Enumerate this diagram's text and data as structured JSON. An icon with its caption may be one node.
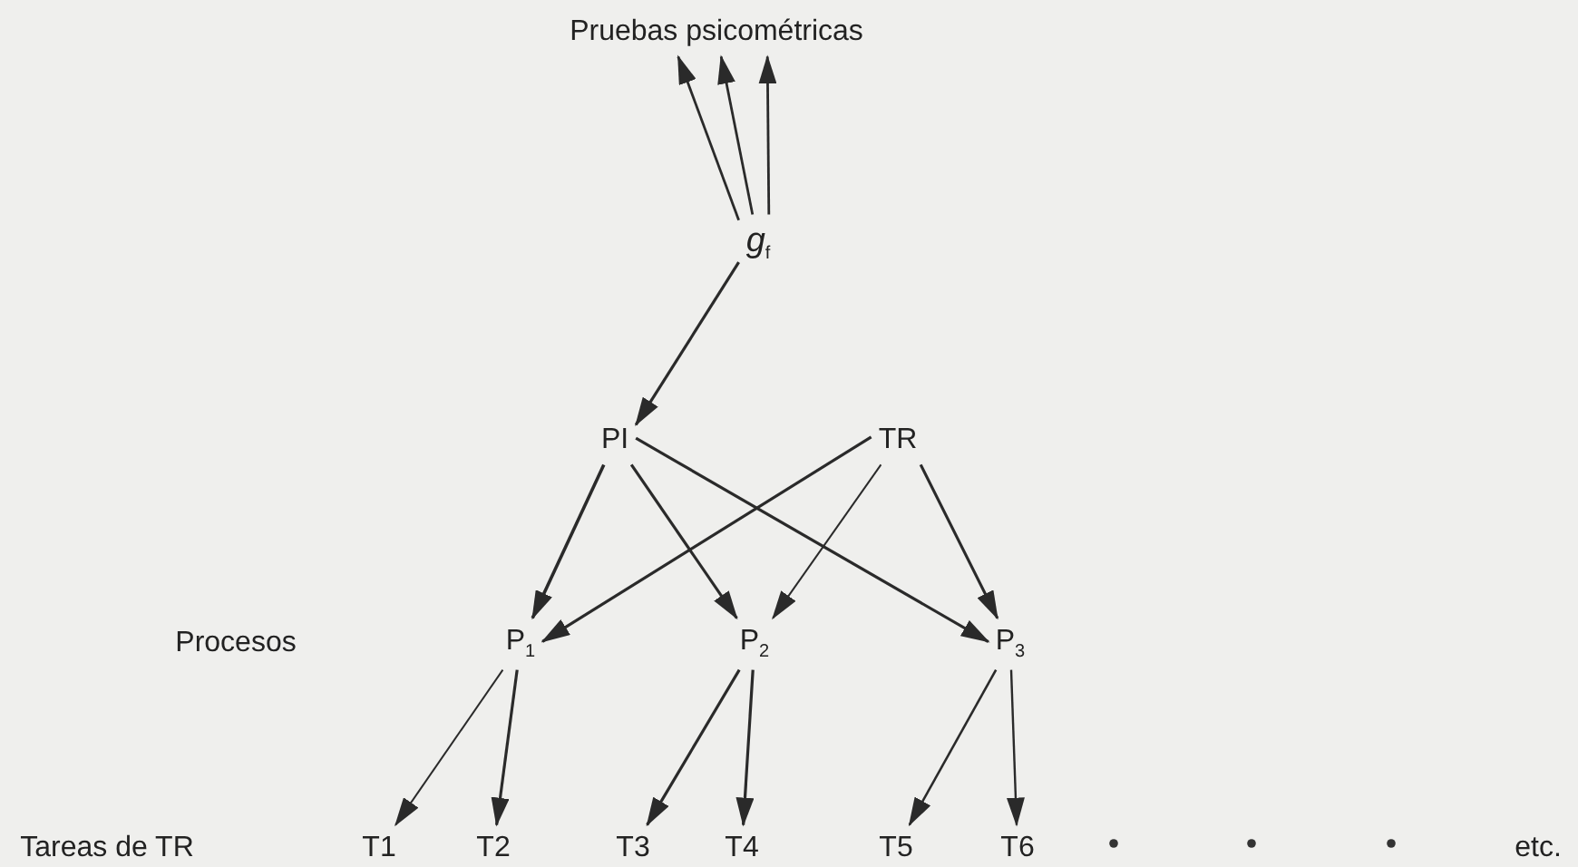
{
  "diagram": {
    "nodes": [
      {
        "text": [
          "Pruebas psicométricas"
        ]
      },
      {
        "text": [
          "*g*$_{f}$"
        ]
      },
      {
        "text": [
          "PI"
        ]
      },
      {
        "text": [
          "TR"
        ]
      },
      {
        "text": [
          "P$_{1}$"
        ]
      },
      {
        "text": [
          "P$_{2}$"
        ]
      },
      {
        "text": [
          "P$_{3}$"
        ]
      },
      {
        "text": [
          "T1"
        ]
      },
      {
        "text": [
          "T2"
        ]
      },
      {
        "text": [
          "T3"
        ]
      },
      {
        "text": [
          "T4"
        ]
      },
      {
        "text": [
          "T5"
        ]
      },
      {
        "text": [
          "T6"
        ]
      }
    ],
    "edges": [
      {
        "from": 1,
        "to": 0,
        "arrow": "to"
      },
      {
        "from": 1,
        "to": 0,
        "arrow": "to"
      },
      {
        "from": 1,
        "to": 0,
        "arrow": "to"
      },
      {
        "from": 1,
        "to": 2,
        "arrow": "to"
      },
      {
        "from": 2,
        "to": 4,
        "arrow": "to"
      },
      {
        "from": 2,
        "to": 5,
        "arrow": "to"
      },
      {
        "from": 2,
        "to": 6,
        "arrow": "to"
      },
      {
        "from": 3,
        "to": 4,
        "arrow": "to"
      },
      {
        "from": 3,
        "to": 5,
        "arrow": "to"
      },
      {
        "from": 3,
        "to": 6,
        "arrow": "to"
      },
      {
        "from": 4,
        "to": 7,
        "arrow": "to"
      },
      {
        "from": 4,
        "to": 8,
        "arrow": "to"
      },
      {
        "from": 5,
        "to": 9,
        "arrow": "to"
      },
      {
        "from": 5,
        "to": 10,
        "arrow": "to"
      },
      {
        "from": 6,
        "to": 11,
        "arrow": "to"
      },
      {
        "from": 6,
        "to": 12,
        "arrow": "to"
      }
    ],
    "labels": [
      "Procesos",
      "Tareas de TR",
      "etc."
    ]
  }
}
